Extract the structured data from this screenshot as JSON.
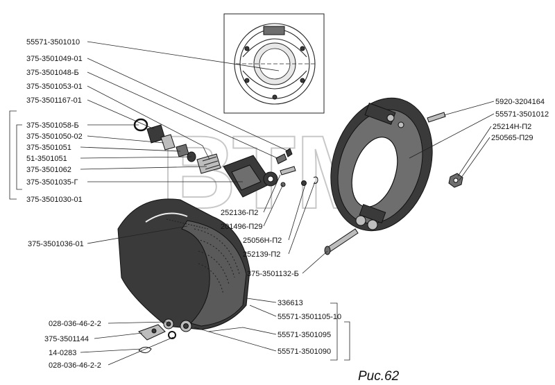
{
  "figure": {
    "caption": "Рис.62",
    "watermark": "ВТМ"
  },
  "labels_left": [
    "55571-3501010",
    "375-3501049-01",
    "375-3501048-Б",
    "375-3501053-01",
    "375-3501167-01",
    "375-3501058-Б",
    "375-3501050-02",
    "375-3501051",
    "51-3501051",
    "375-3501062",
    "375-3501035-Г",
    "375-3501030-01",
    "375-3501036-01",
    "028-036-46-2-2",
    "375-3501144",
    "14-0283",
    "028-036-46-2-2"
  ],
  "labels_right": [
    "5920-3204164",
    "55571-3501012",
    "25214Н-П2",
    "250565-П29"
  ],
  "labels_center": [
    "252136-П2",
    "201496-П29",
    "25056Н-П2",
    "252139-П2",
    "375-3501132-Б"
  ],
  "labels_bottom": [
    "336613",
    "55571-3501105-10",
    "55571-3501095",
    "55571-3501090"
  ]
}
